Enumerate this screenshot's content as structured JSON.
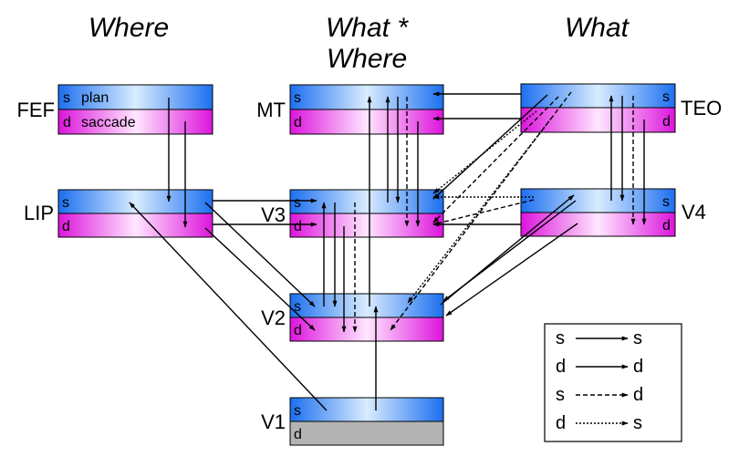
{
  "columns": {
    "where": "Where",
    "what_where_line1": "What *",
    "what_where_line2": "Where",
    "what": "What"
  },
  "areas": {
    "fef": {
      "name": "FEF",
      "s_label": "s",
      "s_text": "plan",
      "d_label": "d",
      "d_text": "saccade"
    },
    "mt": {
      "name": "MT",
      "s_label": "s",
      "d_label": "d"
    },
    "teo": {
      "name": "TEO",
      "s_label": "s",
      "d_label": "d"
    },
    "lip": {
      "name": "LIP",
      "s_label": "s",
      "d_label": "d"
    },
    "v3": {
      "name": "V3",
      "s_label": "s",
      "d_label": "d"
    },
    "v4": {
      "name": "V4",
      "s_label": "s",
      "d_label": "d"
    },
    "v2": {
      "name": "V2",
      "s_label": "s",
      "d_label": "d"
    },
    "v1": {
      "name": "V1",
      "s_label": "s",
      "d_label": "d"
    }
  },
  "legend": {
    "rows": [
      {
        "from": "s",
        "to": "s",
        "style": "solid"
      },
      {
        "from": "d",
        "to": "d",
        "style": "solid"
      },
      {
        "from": "s",
        "to": "d",
        "style": "dashed"
      },
      {
        "from": "d",
        "to": "s",
        "style": "dotted"
      }
    ]
  },
  "colors": {
    "s_band": "#2f86ff",
    "d_band": "#e31fe3",
    "v1_d_band": "#b3b3b3"
  }
}
